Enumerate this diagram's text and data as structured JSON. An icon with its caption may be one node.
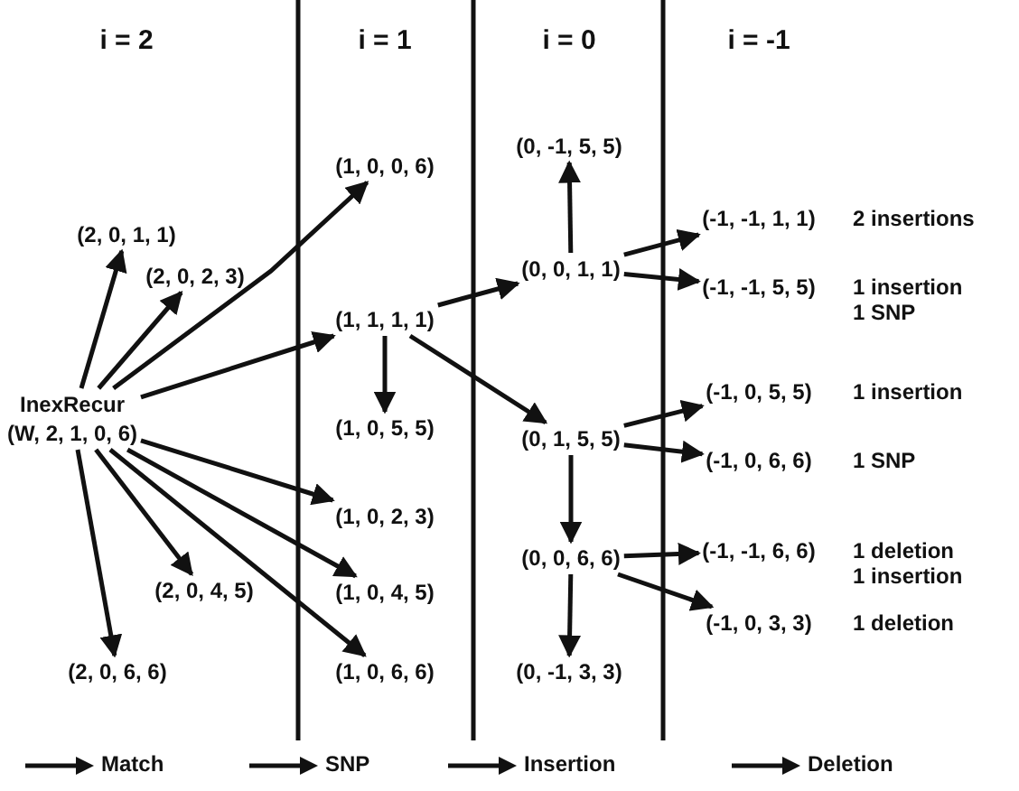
{
  "diagram": {
    "nodes": [
      {
        "text": [
          "InexRecur",
          "(W, 2, 1, 0, 6)"
        ]
      },
      {
        "text": [
          "(2, 0, 1, 1)"
        ]
      },
      {
        "text": [
          "(2, 0, 2, 3)"
        ]
      },
      {
        "text": [
          "(2, 0, 4, 5)"
        ]
      },
      {
        "text": [
          "(2, 0, 6, 6)"
        ]
      },
      {
        "text": [
          "(1, 0, 0, 6)"
        ]
      },
      {
        "text": [
          "(1, 1, 1, 1)"
        ]
      },
      {
        "text": [
          "(1, 0, 5, 5)"
        ]
      },
      {
        "text": [
          "(1, 0, 2, 3)"
        ]
      },
      {
        "text": [
          "(1, 0, 4, 5)"
        ]
      },
      {
        "text": [
          "(1, 0, 6, 6)"
        ]
      },
      {
        "text": [
          "(0, -1, 5, 5)"
        ]
      },
      {
        "text": [
          "(0,  0, 1, 1)"
        ]
      },
      {
        "text": [
          "(0,  1, 5, 5)"
        ]
      },
      {
        "text": [
          "(0,  0, 6, 6)"
        ]
      },
      {
        "text": [
          "(0, -1, 3, 3)"
        ]
      },
      {
        "text": [
          "(-1, -1, 1, 1)"
        ],
        "beside": [
          "2 insertions"
        ]
      },
      {
        "text": [
          "(-1, -1, 5, 5)"
        ],
        "beside": [
          "1 insertion 1 SNP"
        ]
      },
      {
        "text": [
          "(-1,  0, 5, 5)"
        ],
        "beside": [
          "1 insertion"
        ]
      },
      {
        "text": [
          "(-1,  0, 6, 6)"
        ],
        "beside": [
          "1 SNP"
        ]
      },
      {
        "text": [
          "(-1, -1, 6, 6)"
        ],
        "beside": [
          "1 deletion 1 insertion"
        ]
      },
      {
        "text": [
          "(-1,  0, 3, 3)"
        ],
        "beside": [
          "1 deletion"
        ]
      }
    ],
    "edges": [
      {
        "from": 0,
        "to": 1,
        "arrow": "to"
      },
      {
        "from": 0,
        "to": 2,
        "arrow": "to"
      },
      {
        "from": 0,
        "to": 3,
        "arrow": "to"
      },
      {
        "from": 0,
        "to": 4,
        "arrow": "to"
      },
      {
        "from": 0,
        "to": 5,
        "arrow": "to"
      },
      {
        "from": 0,
        "to": 6,
        "arrow": "to"
      },
      {
        "from": 0,
        "to": 8,
        "arrow": "to"
      },
      {
        "from": 0,
        "to": 9,
        "arrow": "to"
      },
      {
        "from": 0,
        "to": 10,
        "arrow": "to"
      },
      {
        "from": 6,
        "to": 7,
        "arrow": "to"
      },
      {
        "from": 6,
        "to": 12,
        "arrow": "to"
      },
      {
        "from": 6,
        "to": 13,
        "arrow": "to"
      },
      {
        "from": 12,
        "to": 11,
        "arrow": "to"
      },
      {
        "from": 13,
        "to": 14,
        "arrow": "to"
      },
      {
        "from": 14,
        "to": 15,
        "arrow": "to"
      },
      {
        "from": 12,
        "to": 16,
        "arrow": "to"
      },
      {
        "from": 12,
        "to": 17,
        "arrow": "to"
      },
      {
        "from": 13,
        "to": 18,
        "arrow": "to"
      },
      {
        "from": 13,
        "to": 19,
        "arrow": "to"
      },
      {
        "from": 14,
        "to": 20,
        "arrow": "to"
      },
      {
        "from": 14,
        "to": 21,
        "arrow": "to"
      }
    ],
    "labels": [
      "i = 2",
      "i = 1",
      "i = 0",
      "i = -1"
    ],
    "legend": [
      {
        "text": "Match"
      },
      {
        "text": "SNP"
      },
      {
        "text": "Insertion"
      },
      {
        "text": "Deletion"
      }
    ]
  }
}
